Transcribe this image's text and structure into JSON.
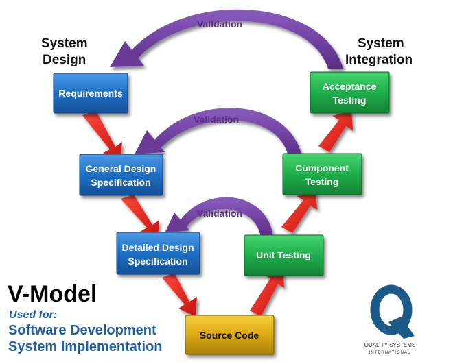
{
  "phases": {
    "left": [
      "System",
      "Design"
    ],
    "right": [
      "System",
      "Integration"
    ]
  },
  "validation_label": "Validation",
  "boxes": {
    "requirements": [
      "Requirements"
    ],
    "general_design": [
      "General Design",
      "Specification"
    ],
    "detailed_design": [
      "Detailed Design",
      "Specification"
    ],
    "source_code": [
      "Source Code"
    ],
    "unit_testing": [
      "Unit Testing"
    ],
    "component_testing": [
      "Component",
      "Testing"
    ],
    "acceptance_testing": [
      "Acceptance",
      "Testing"
    ]
  },
  "legend": {
    "title": "V-Model",
    "used_for": "Used for:",
    "items": [
      "Software Development",
      "System Implementation"
    ]
  },
  "logo": {
    "letter": "Q",
    "line1": "QUALITY SYSTEMS",
    "line2": "INTERNATIONAL"
  },
  "colors": {
    "blue": "#1f6fc4",
    "green": "#1fae4b",
    "gold": "#d9a511",
    "arrow_red": "#e0231c",
    "validation_purple": "#6a3a96",
    "text_blue": "#1f5fa8"
  }
}
